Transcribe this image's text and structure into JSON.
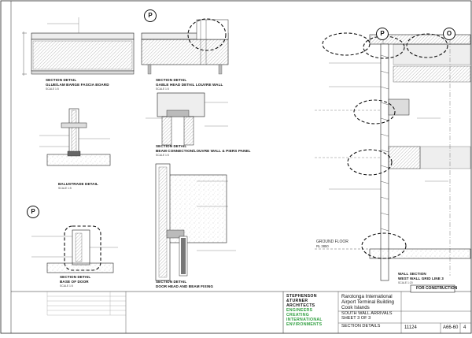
{
  "grid_labels": [
    "P",
    "P",
    "P",
    "O"
  ],
  "details": [
    {
      "title": "SECTION DETAIL",
      "subtitle": "GLUE/LAM BARGE FASCIA BOARD",
      "scale": "SCALE 1:5"
    },
    {
      "title": "SECTION DETAIL",
      "subtitle": "GABLE HEAD DETAIL LOUVRE WALL",
      "scale": "SCALE 1:5"
    },
    {
      "title": "BALUSTRADE DETAIL",
      "subtitle": "",
      "scale": "SCALE 1:5"
    },
    {
      "title": "SECTION DETAIL",
      "subtitle": "BEAM CONNECTION/LOUVRE WALL & PIERS PANEL",
      "scale": "SCALE 1:5"
    },
    {
      "title": "SECTION DETAIL",
      "subtitle": "BASE OF DOOR",
      "scale": "SCALE 1:5"
    },
    {
      "title": "SECTION DETAIL",
      "subtitle": "DOOR HEAD AND BEAM FIXING",
      "scale": "SCALE 1:5"
    },
    {
      "title": "WALL SECTION",
      "subtitle": "WEST WALL GRID LINE 3",
      "scale": "SCALE 1:20"
    }
  ],
  "annotations": {
    "ground_floor": "GROUND FLOOR",
    "ground_floor_rl": "RL 3850"
  },
  "stamp": "FOR CONSTRUCTION",
  "firm": {
    "lines": [
      "STEPHENSON",
      "&TURNER",
      "ARCHITECTS",
      "ENGINEERS",
      "CREATING",
      "INTERNATIONAL",
      "ENVIRONMENTS"
    ],
    "line_colors": [
      "#111111",
      "#111111",
      "#111111",
      "#2e9e3e",
      "#2e9e3e",
      "#2e9e3e",
      "#2e9e3e"
    ]
  },
  "project": {
    "name_lines": [
      "Rarotonga International",
      "Airport Terminal Building",
      "Cook Islands"
    ],
    "sheet_lines": [
      "SOUTH WALL ARRIVALS",
      "SHEET 3 OF 3",
      "SECTION DETAILS"
    ],
    "job_no": "11124",
    "drawing_no": "A66-60",
    "revision": "4"
  }
}
